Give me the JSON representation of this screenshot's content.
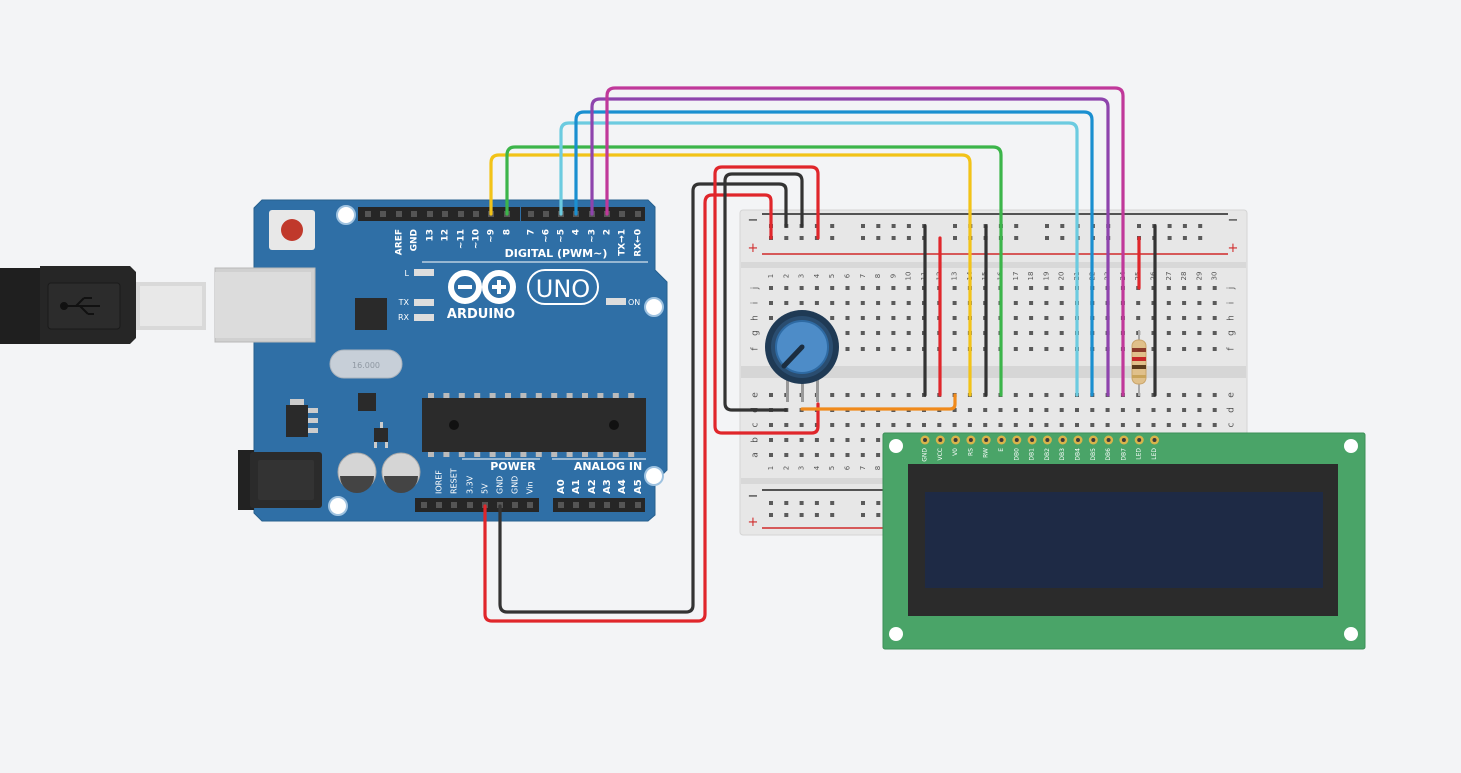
{
  "colors": {
    "background": "#f3f4f6",
    "arduino_board": "#2f6fa6",
    "breadboard": "#e6e6e6",
    "lcd_board": "#4aa468",
    "lcd_screen": "#1e2a45",
    "wire_red": "#e0262b",
    "wire_black": "#333333",
    "wire_yellow": "#f2c318",
    "wire_green": "#3cb54a",
    "wire_lightblue": "#6ccbe0",
    "wire_blue": "#1a8fd0",
    "wire_purple": "#8e44ad",
    "wire_magenta": "#c0389a",
    "wire_orange": "#f08a1c"
  },
  "arduino": {
    "brand": "ARDUINO",
    "model": "UNO",
    "digital_label": "DIGITAL (PWM~)",
    "power_label": "POWER",
    "analog_label": "ANALOG IN",
    "led_labels": [
      "L",
      "TX",
      "RX",
      "ON"
    ],
    "digital_pins": [
      "AREF",
      "GND",
      "13",
      "12",
      "~11",
      "~10",
      "~9",
      "8",
      "7",
      "~6",
      "~5",
      "4",
      "~3",
      "2",
      "TX→1",
      "RX←0"
    ],
    "power_pins": [
      "IOREF",
      "RESET",
      "3.3V",
      "5V",
      "GND",
      "GND",
      "Vin"
    ],
    "analog_pins": [
      "A0",
      "A1",
      "A2",
      "A3",
      "A4",
      "A5"
    ],
    "crystal_text": "16.000"
  },
  "breadboard": {
    "rail_minus": "−",
    "rail_plus": "+",
    "row_letters_top": [
      "j",
      "i",
      "h",
      "g",
      "f"
    ],
    "row_letters_bottom": [
      "e",
      "d",
      "c",
      "b",
      "a"
    ],
    "columns": [
      "1",
      "2",
      "3",
      "4",
      "5",
      "6",
      "7",
      "8",
      "9",
      "10",
      "11",
      "12",
      "13",
      "14",
      "15",
      "16",
      "17",
      "18",
      "19",
      "20",
      "21",
      "22",
      "23",
      "24",
      "25",
      "26",
      "27",
      "28",
      "29",
      "30"
    ]
  },
  "lcd": {
    "pins": [
      "GND",
      "VCC",
      "V0",
      "RS",
      "RW",
      "E",
      "DB0",
      "DB1",
      "DB2",
      "DB3",
      "DB4",
      "DB5",
      "DB6",
      "DB7",
      "LED",
      "LED"
    ]
  }
}
